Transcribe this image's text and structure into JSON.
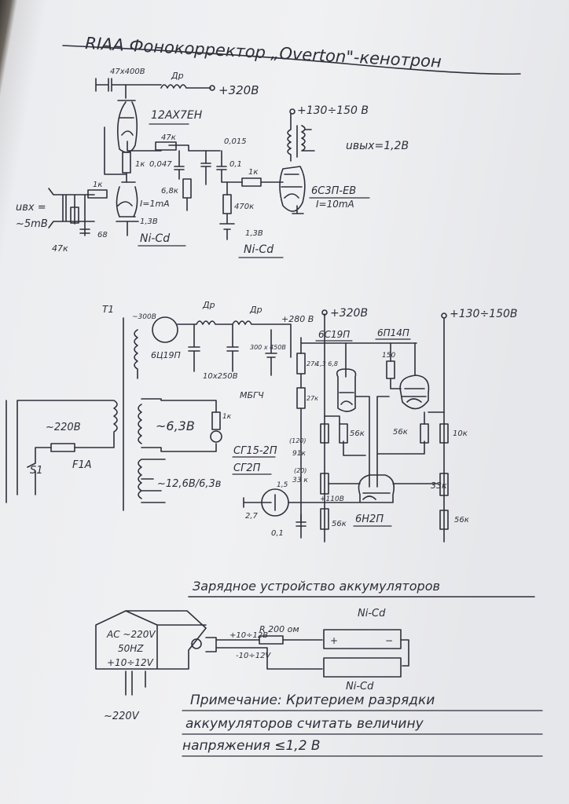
{
  "title": "RIAA Фонокорректор „Overton\"-кенотрон",
  "preamp": {
    "input_cap": "47x400В",
    "choke": "Др",
    "b_plus": "+320В",
    "tube1": "12AX7EH",
    "r_47k": "47к",
    "r_1k_cathode": "1к",
    "c_0047": "0,047",
    "c_0015": "0,015",
    "c_01": "0,1",
    "r_68k": "6,8к",
    "current1": "I=1mA",
    "bat1_v": "1,3В",
    "bat1_type": "Ni-Cd",
    "r_1k_grid2": "1к",
    "r_470k": "470к",
    "bat2_v": "1,3В",
    "bat2_type": "Ni-Cd",
    "out_supply": "+130÷150 В",
    "out_voltage": "uвых=1,2В",
    "tube2": "6С3П-ЕВ",
    "current2": "I=10mA",
    "input_label": "uвх =",
    "input_level": "~5mВ",
    "r_47k_in": "47к",
    "c_68": "68",
    "r_1k_in": "1к"
  },
  "psu": {
    "transformer": "T1",
    "hv_winding": "~300В",
    "rectifier": "6Ц19П",
    "choke1": "Др",
    "choke2": "Др",
    "caps": "10x250В",
    "cap_type": "МБГЧ",
    "cap_300": "300 x 450В",
    "v_280": "+280 В",
    "r_27k_1": "27к",
    "r_27k_2": "27к",
    "b_plus": "+320В",
    "b_plus2": "+130÷150В",
    "tube_a": "6С19П",
    "tube_b": "6П14П",
    "tube_a_pins": "1,3  6,8",
    "r_150": "150",
    "heater": "~6,3В",
    "led_r": "1к",
    "aux_winding": "~12,6В/6,3в",
    "mains": "~220В",
    "switch": "S1",
    "fuse": "F1A",
    "regulator1": "СГ15-2П",
    "regulator2": "СГ2П",
    "reg_pin_a": "2,7",
    "reg_pin_b": "1,5",
    "c_01": "0,1",
    "r_91k_alt": "(120)",
    "r_91k": "91к",
    "r_33k_alt": "(20)",
    "r_33k": "33 к",
    "v_110": "+110В",
    "r_56k_1": "56к",
    "r_56k_2": "56к",
    "r_56k_3": "56к",
    "r_56k_4": "56к",
    "r_10k": "10к",
    "r_33k_right": "33к",
    "tube_c": "6Н2П"
  },
  "charger": {
    "title": "Зарядное устройство аккумуляторов",
    "adapter_line1": "AC ~220V",
    "adapter_line2": "50HZ",
    "adapter_line3": "+10÷12V",
    "mains": "~220V",
    "pos": "+10÷12В",
    "resistor": "R 200 ом",
    "neg": "-10÷12V",
    "bat_top": "Ni-Cd",
    "bat_bottom": "Ni-Cd",
    "plus": "+",
    "minus": "−"
  },
  "note": {
    "line1": "Примечание: Критерием разрядки",
    "line2": "аккумуляторов считать величину",
    "line3": "напряжения ≤1,2 В"
  }
}
